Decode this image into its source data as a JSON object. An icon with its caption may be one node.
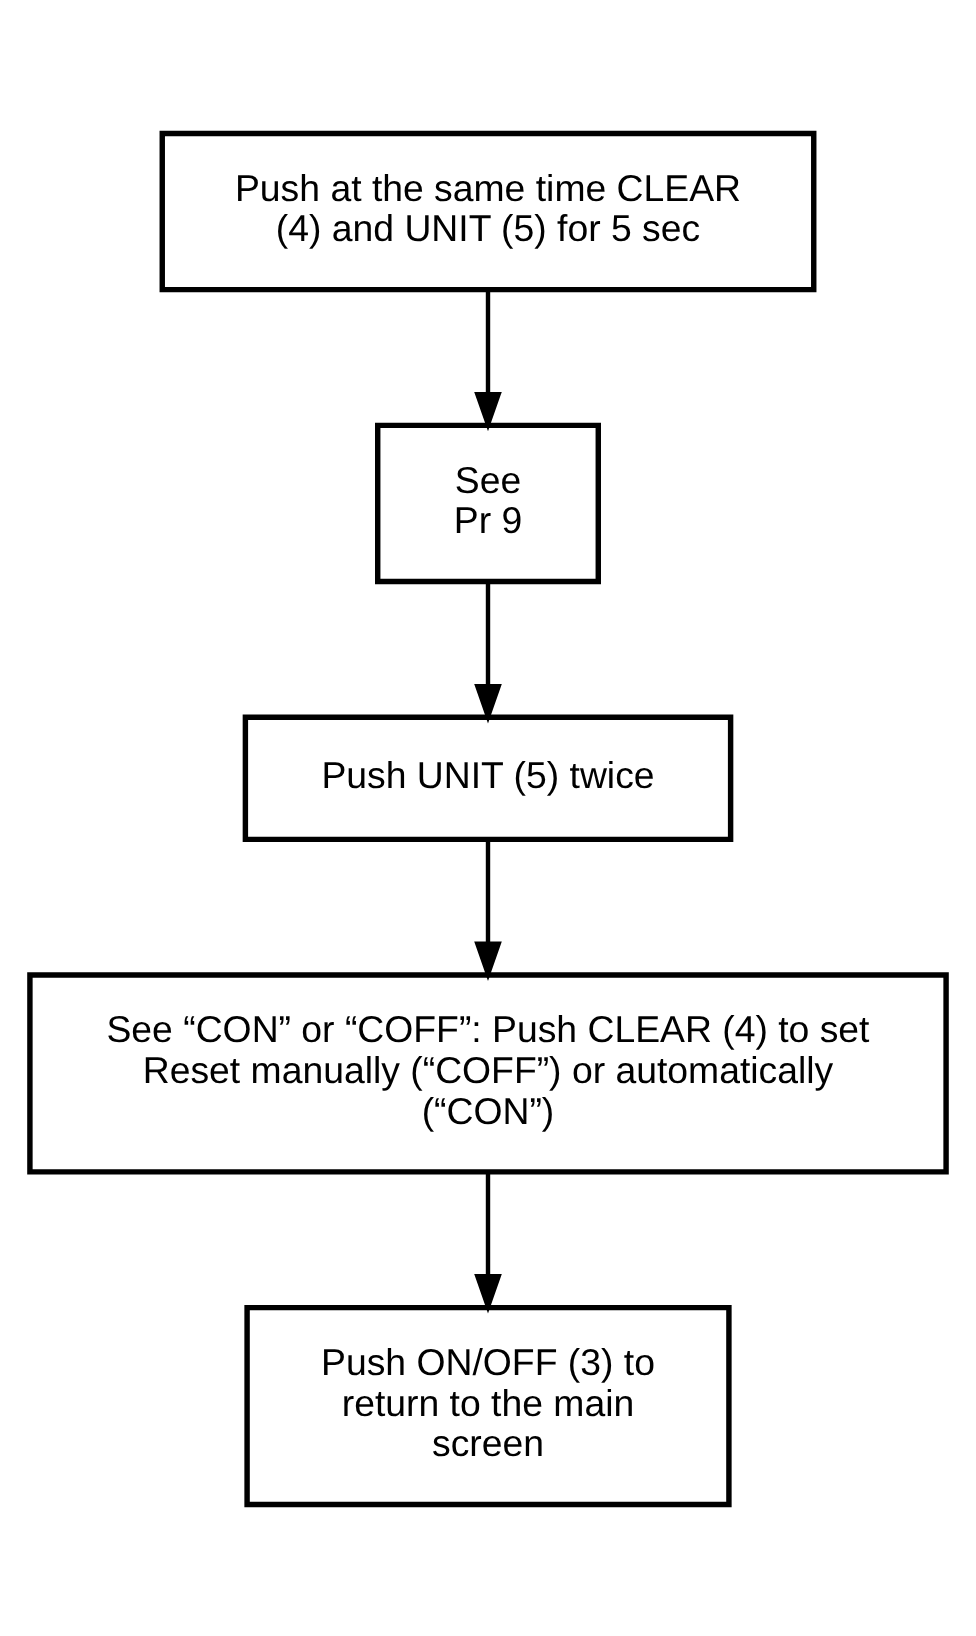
{
  "diagram": {
    "nodes": [
      {
        "text": [
          "Push at the same time CLEAR (4) and UNIT (5) for 5 sec"
        ]
      },
      {
        "text": [
          "See Pr 9"
        ]
      },
      {
        "text": [
          "Push UNIT (5) twice"
        ]
      },
      {
        "text": [
          "See “CON” or “COFF”: Push CLEAR (4) to set Reset manually (“COFF”) or automatically (“CON”)"
        ]
      },
      {
        "text": [
          "Push ON/OFF (3) to return to the main screen"
        ]
      }
    ],
    "edges": [
      {
        "from": 0,
        "to": 1,
        "arrow": "to"
      },
      {
        "from": 1,
        "to": 2,
        "arrow": "to"
      },
      {
        "from": 2,
        "to": 3,
        "arrow": "to"
      },
      {
        "from": 3,
        "to": 4,
        "arrow": "to"
      }
    ]
  }
}
